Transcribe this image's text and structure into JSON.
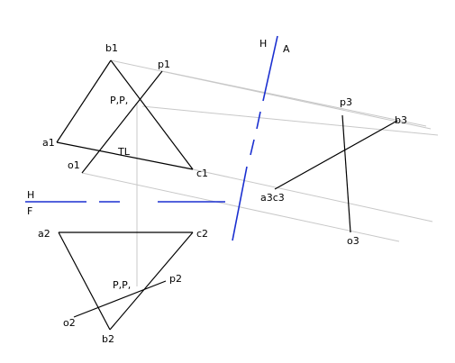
{
  "labels": {
    "b1": "b1",
    "p1": "p1",
    "a1": "a1",
    "o1": "o1",
    "c1": "c1",
    "pp_top": "P,P,",
    "tl": "TL",
    "h_fold1": "H",
    "f_fold1": "F",
    "h_fold2": "H",
    "a_fold2": "A",
    "p3": "p3",
    "b3": "b3",
    "a3c3": "a3c3",
    "o3": "o3",
    "a2": "a2",
    "c2": "c2",
    "p2": "p2",
    "pp_bottom": "P,P,",
    "o2": "o2",
    "b2": "b2"
  },
  "colors": {
    "object_lines": "#000000",
    "projection_lines": "#c8c8c8",
    "fold_lines": "#1a2fd0"
  }
}
